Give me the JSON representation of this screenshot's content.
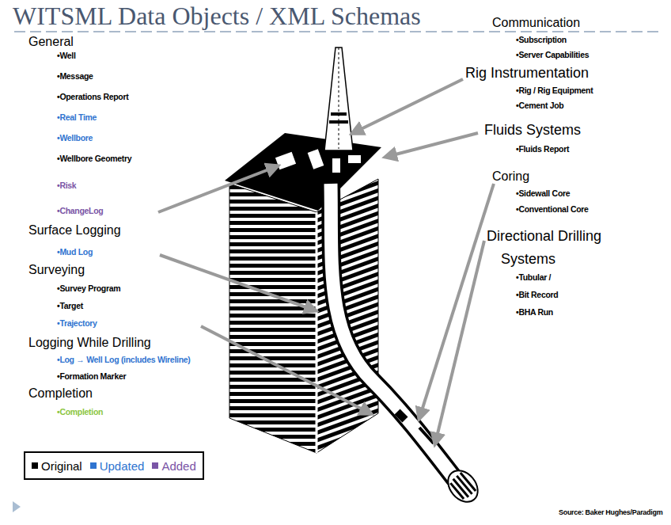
{
  "diagram": {
    "title": "WITSML Data Objects / XML Schemas",
    "labels": [
      "General",
      "•Well",
      "•Message",
      "•Operations Report",
      "•Real Time",
      "•Wellbore",
      "•Wellbore Geometry",
      "•Risk",
      "•ChangeLog",
      "Surface Logging",
      "•Mud Log",
      "Surveying",
      "•Survey Program",
      "•Target",
      "•Trajectory",
      "Logging While Drilling",
      "•Log → Well Log (includes Wireline)",
      "•Formation Marker",
      "Completion",
      "•Completion",
      "Communication",
      "•Subscription",
      "•Server Capabilities",
      "Rig Instrumentation",
      "•Rig / Rig Equipment",
      "•Cement Job",
      "Fluids Systems",
      "•Fluids Report",
      "Coring",
      "•Sidewall Core",
      "•Conventional Core",
      "Directional Drilling Systems",
      "•Tubular /",
      "•Bit Record",
      "•BHA Run",
      "Source: Baker Hughes/Paradigm"
    ],
    "legend": [
      {
        "text": "Original",
        "color": "#000000"
      },
      {
        "text": "Updated",
        "color": "#2f74d0"
      },
      {
        "text": "Added",
        "color": "#7a55a6"
      }
    ]
  }
}
